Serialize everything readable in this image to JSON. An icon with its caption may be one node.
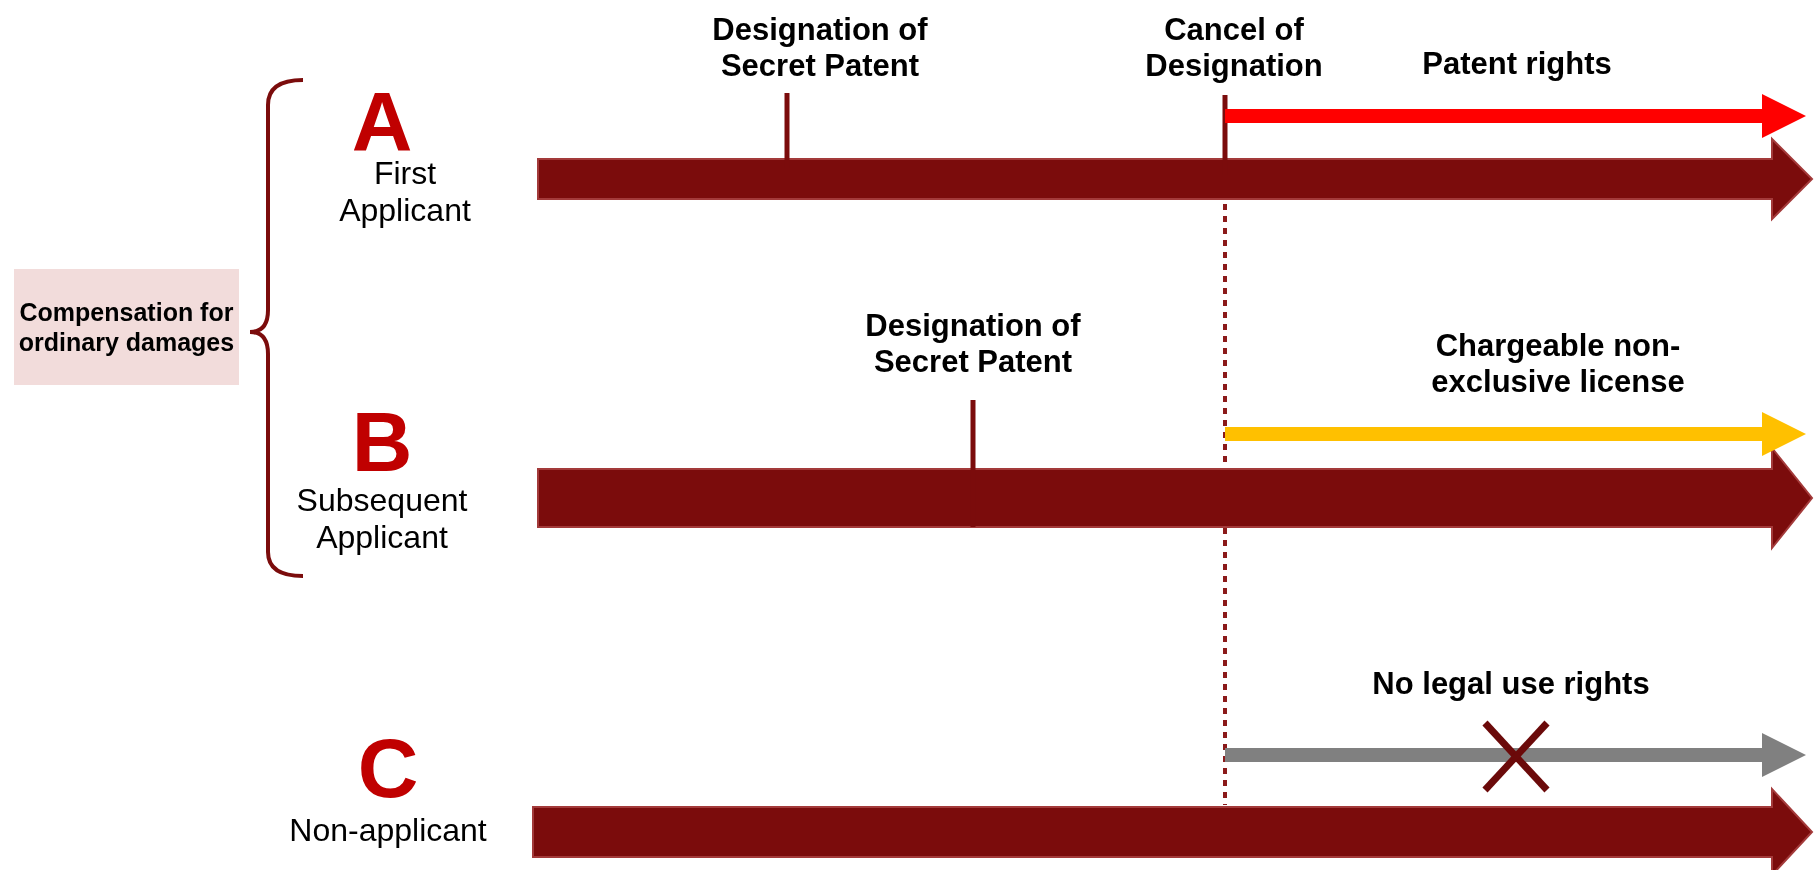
{
  "diagram": {
    "nodes": [
      {
        "text": [
          "Compensation for ordinary damages"
        ]
      }
    ],
    "labels": [
      "Designation of Secret Patent",
      "Cancel of Designation",
      "Patent rights",
      "A",
      "First Applicant",
      "Designation of Secret Patent",
      "Chargeable non-exclusive license",
      "B",
      "Subsequent Applicant",
      "No legal use rights",
      "C",
      "Non-applicant"
    ]
  }
}
